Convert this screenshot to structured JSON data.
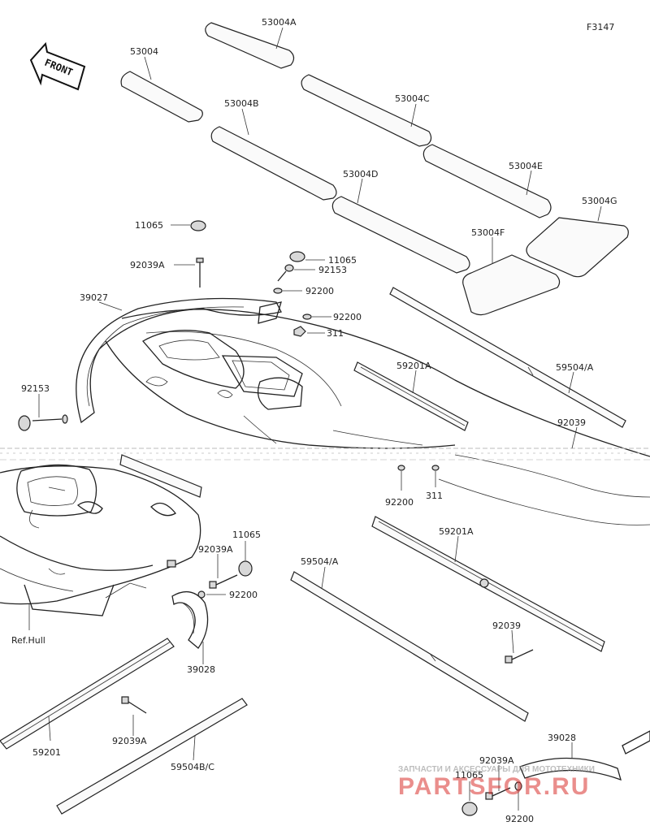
{
  "figure_code": "F3147",
  "front_label": "FRONT",
  "ref_hull": "Ref.Hull",
  "labels": {
    "p53004": "53004",
    "p53004a": "53004A",
    "p53004b": "53004B",
    "p53004c": "53004C",
    "p53004d": "53004D",
    "p53004e": "53004E",
    "p53004f": "53004F",
    "p53004g": "53004G",
    "p11065_a": "11065",
    "p11065_b": "11065",
    "p11065_c": "11065",
    "p11065_d": "11065",
    "p92039a_a": "92039A",
    "p92039a_b": "92039A",
    "p92039a_c": "92039A",
    "p92039a_d": "92039A",
    "p92153_a": "92153",
    "p92153_b": "92153",
    "p92200_a": "92200",
    "p92200_b": "92200",
    "p92200_c": "92200",
    "p92200_d": "92200",
    "p92200_e": "92200",
    "p311_a": "311",
    "p311_b": "311",
    "p39027": "39027",
    "p39028_a": "39028",
    "p39028_b": "39028",
    "p59201": "59201",
    "p59201a_a": "59201A",
    "p59201a_b": "59201A",
    "p59504a_a": "59504/A",
    "p59504a_b": "59504/A",
    "p59504bc": "59504B/C",
    "p92039_a": "92039",
    "p92039_b": "92039"
  },
  "watermark": {
    "top_line": "ЗАПЧАСТИ И АКСЕССУАРЫ ДЛЯ МОТОТЕХНИКИ",
    "logo_text": "PARTSFOR.RU"
  }
}
